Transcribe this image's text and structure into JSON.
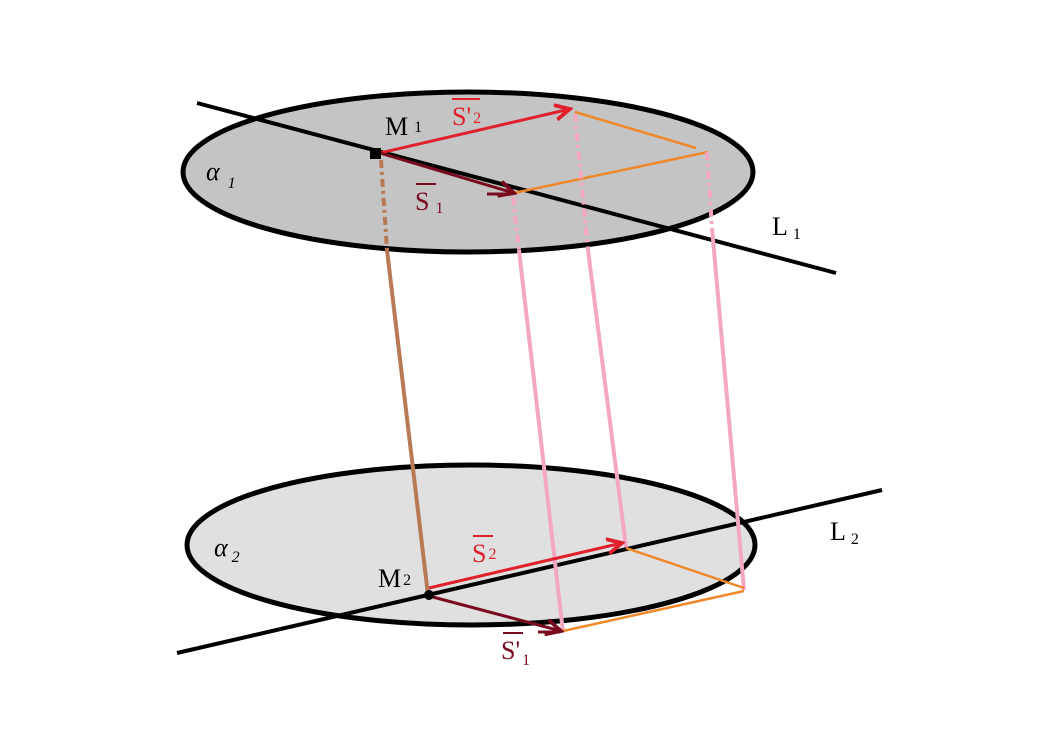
{
  "colors": {
    "plane_upper_fill": "#c4c4c4",
    "plane_lower_fill": "#e0e0e0",
    "outline": "#000000",
    "s2_vector": "#e0202c",
    "s1_vector": "#7a0a1e",
    "projection": "#f4a7c0",
    "parallelogram_edge": "#f0882a",
    "common_perpendicular": "#b87a55"
  },
  "labels": {
    "alpha1": {
      "main": "α",
      "sub": "1"
    },
    "alpha2": {
      "main": "α",
      "sub": "2"
    },
    "M1": {
      "main": "M",
      "sub": "1"
    },
    "M2": {
      "main": "M",
      "sub": "2"
    },
    "L1": {
      "main": "L",
      "sub": "1"
    },
    "L2": {
      "main": "L",
      "sub": "2"
    },
    "S2_prime_upper": {
      "main": "S'",
      "sub": "2"
    },
    "S1_upper": {
      "main": "S",
      "sub": "1"
    },
    "S2_lower": {
      "main": "S",
      "sub": "2"
    },
    "S1_prime_lower": {
      "main": "S'",
      "sub": "1"
    }
  }
}
